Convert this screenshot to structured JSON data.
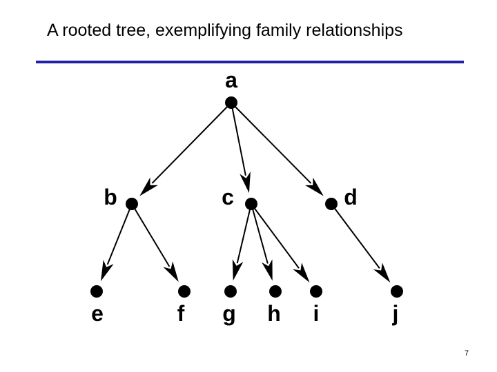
{
  "title": "A rooted tree, exemplifying family relationships",
  "page_number": "7",
  "colors": {
    "rule": "#1f22a8",
    "ink": "#000000",
    "background": "#ffffff"
  },
  "tree": {
    "nodes": [
      {
        "id": "a",
        "label": "a"
      },
      {
        "id": "b",
        "label": "b"
      },
      {
        "id": "c",
        "label": "c"
      },
      {
        "id": "d",
        "label": "d"
      },
      {
        "id": "e",
        "label": "e"
      },
      {
        "id": "f",
        "label": "f"
      },
      {
        "id": "g",
        "label": "g"
      },
      {
        "id": "h",
        "label": "h"
      },
      {
        "id": "i",
        "label": "i"
      },
      {
        "id": "j",
        "label": "j"
      }
    ],
    "edges": [
      {
        "from": "a",
        "to": "b"
      },
      {
        "from": "a",
        "to": "c"
      },
      {
        "from": "a",
        "to": "d"
      },
      {
        "from": "b",
        "to": "e"
      },
      {
        "from": "b",
        "to": "f"
      },
      {
        "from": "c",
        "to": "g"
      },
      {
        "from": "c",
        "to": "h"
      },
      {
        "from": "c",
        "to": "i"
      },
      {
        "from": "d",
        "to": "j"
      }
    ]
  }
}
